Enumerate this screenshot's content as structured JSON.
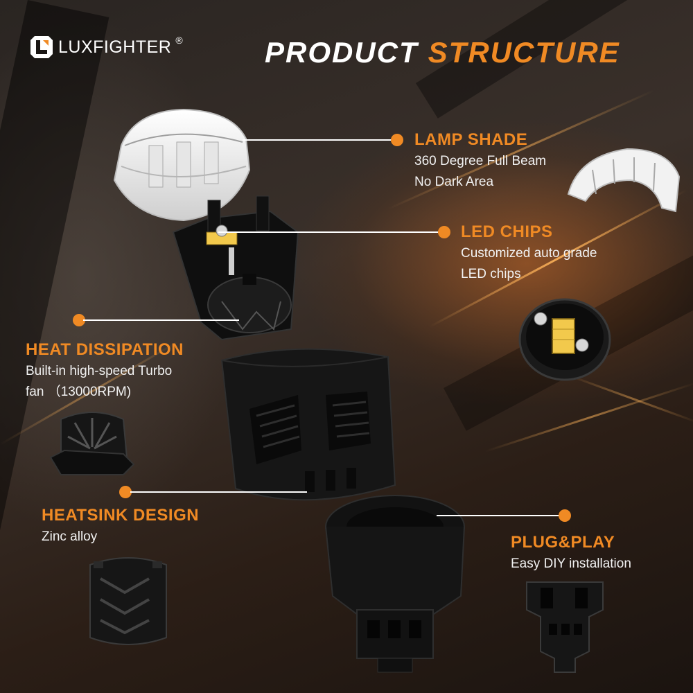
{
  "brand": {
    "name": "LUXFIGHTER",
    "registered_mark": "®"
  },
  "headline": {
    "word1": "PRODUCT",
    "word2": "STRUCTURE"
  },
  "features": {
    "lamp_shade": {
      "title": "LAMP SHADE",
      "lines": [
        "360 Degree Full Beam",
        "No Dark Area"
      ]
    },
    "led_chips": {
      "title": "LED CHIPS",
      "lines": [
        "Customized auto grade",
        "LED chips"
      ]
    },
    "heat_dissipation": {
      "title": "HEAT DISSIPATION",
      "lines": [
        "Built-in high-speed Turbo",
        "fan （13000RPM)"
      ]
    },
    "heatsink_design": {
      "title": "HEATSINK DESIGN",
      "lines": [
        "Zinc alloy"
      ]
    },
    "plug_play": {
      "title": "PLUG&PLAY",
      "lines": [
        "Easy DIY installation"
      ]
    }
  },
  "colors": {
    "accent": "#f08a24",
    "text": "#ffffff",
    "body": "#1b1816"
  }
}
